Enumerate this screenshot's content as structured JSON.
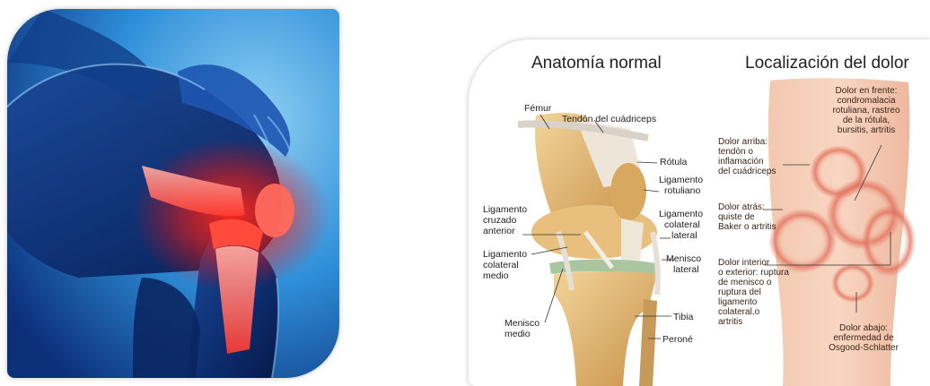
{
  "anatomy": {
    "title": "Anatomía normal",
    "labels": {
      "femur": "Fémur",
      "quad_tendon": "Tendón del cuádriceps",
      "rotula": "Rótula",
      "lig_rot_1": "Ligamento",
      "lig_rot_2": "rotuliano",
      "lca_1": "Ligamento",
      "lca_2": "cruzado",
      "lca_3": "anterior",
      "lcl_1": "Ligamento",
      "lcl_2": "colateral",
      "lcl_3": "lateral",
      "lcm_1": "Ligamento",
      "lcm_2": "colateral",
      "lcm_3": "medio",
      "menisco_lat_1": "Menisco",
      "menisco_lat_2": "lateral",
      "menisco_med_1": "Menisco",
      "menisco_med_2": "medio",
      "tibia": "Tibia",
      "perone": "Peroné"
    }
  },
  "pain": {
    "title": "Localización del dolor",
    "front": [
      "Dolor en frente:",
      "condromalacia",
      "rotuliana, rastreo",
      "de la rótula,",
      "bursitis, artritis"
    ],
    "above": [
      "Dolor arriba:",
      "tendón o",
      "inflamación",
      "del cuádriceps"
    ],
    "behind": [
      "Dolor atrás:",
      "quiste de",
      "Baker o artritis"
    ],
    "inner": [
      "Dolor interior",
      "o exterior: ruptura",
      "de menisco o",
      "ruptura del",
      "ligamento",
      "colateral,o",
      "artritis"
    ],
    "below": [
      "Dolor abajo:",
      "enfermedad de",
      "Osgood-Schlatter"
    ]
  }
}
